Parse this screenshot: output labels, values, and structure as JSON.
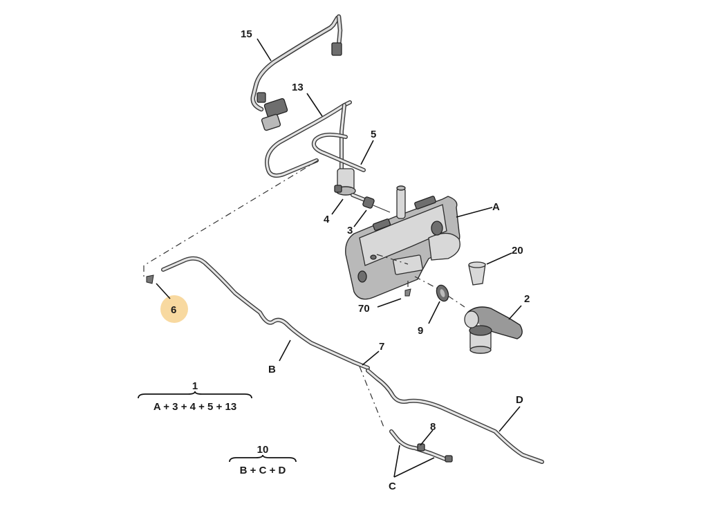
{
  "callouts": {
    "c15": "15",
    "c13": "13",
    "c5": "5",
    "cA": "A",
    "c4": "4",
    "c3": "3",
    "c20": "20",
    "c6": "6",
    "c70": "70",
    "c2": "2",
    "c9": "9",
    "cB": "B",
    "c7": "7",
    "cD": "D",
    "c8": "8",
    "cC": "C"
  },
  "formulas": {
    "f1_title": "1",
    "f1_text": "A + 3 + 4 + 5 + 13",
    "f10_title": "10",
    "f10_text": "B + C + D"
  },
  "colors": {
    "highlight": "#f8d9a0",
    "background": "#ffffff"
  }
}
